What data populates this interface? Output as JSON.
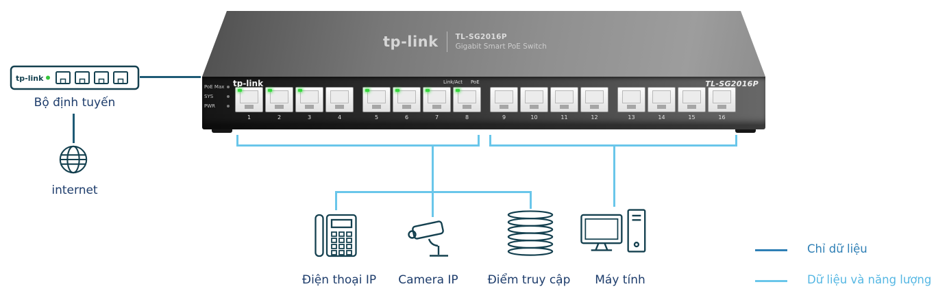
{
  "labels": {
    "router": "Bộ định tuyến",
    "internet": "internet"
  },
  "router": {
    "brand": "tp-link"
  },
  "switch": {
    "top": {
      "brand": "tp-link",
      "model": "TL-SG2016P",
      "subtitle": "Gigabit Smart PoE Switch"
    },
    "front": {
      "brand": "tp-link",
      "model": "TL-SG2016P",
      "leds": [
        "PoE Max",
        "SYS",
        "PWR"
      ],
      "port_led_labels": [
        "Link/Act",
        "PoE"
      ]
    },
    "ports": [
      "1",
      "2",
      "3",
      "4",
      "5",
      "6",
      "7",
      "8",
      "9",
      "10",
      "11",
      "12",
      "13",
      "14",
      "15",
      "16"
    ],
    "lit_ports": [
      1,
      2,
      3,
      5,
      6,
      7,
      8
    ]
  },
  "devices": [
    {
      "icon": "ip-phone-icon",
      "label": "Điện thoại IP"
    },
    {
      "icon": "ip-camera-icon",
      "label": "Camera IP"
    },
    {
      "icon": "access-point-icon",
      "label": "Điểm truy cập"
    },
    {
      "icon": "computer-icon",
      "label": "Máy tính"
    }
  ],
  "legend": [
    {
      "label": "Chỉ dữ liệu",
      "color": "#2e7fb5"
    },
    {
      "label": "Dữ liệu và năng lượng",
      "color": "#69c6ea"
    }
  ],
  "colors": {
    "label_text": "#1d3c6b",
    "icon_stroke": "#14404f",
    "data_line": "#1e5a75",
    "poe_line": "#69c6ea",
    "led_green": "#35d93c"
  }
}
